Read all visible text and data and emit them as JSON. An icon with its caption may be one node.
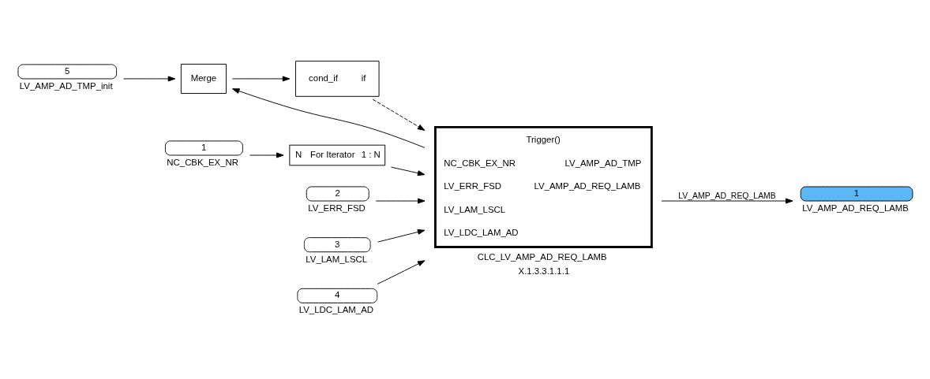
{
  "diagram": {
    "nodes": [
      {
        "text": [
          "5"
        ],
        "beside": [
          "LV_AMP_AD_TMP_init"
        ]
      },
      {
        "text": [
          "Merge"
        ]
      },
      {
        "text": [
          "cond_if",
          "if"
        ]
      },
      {
        "text": [
          "1"
        ],
        "beside": [
          "NC_CBK_EX_NR"
        ]
      },
      {
        "text": [
          "N",
          "For Iterator",
          "1 : N"
        ]
      },
      {
        "text": [
          "2"
        ],
        "beside": [
          "LV_ERR_FSD"
        ]
      },
      {
        "text": [
          "3"
        ],
        "beside": [
          "LV_LAM_LSCL"
        ]
      },
      {
        "text": [
          "4"
        ],
        "beside": [
          "LV_LDC_LAM_AD"
        ]
      },
      {
        "text": [
          "Trigger()",
          "NC_CBK_EX_NR",
          "LV_ERR_FSD",
          "LV_LAM_LSCL",
          "LV_LDC_LAM_AD",
          "LV_AMP_AD_TMP",
          "LV_AMP_AD_REQ_LAMB"
        ],
        "beside": [
          "CLC_LV_AMP_AD_REQ_LAMB",
          "X.1.3.3.1.1.1"
        ]
      },
      {
        "text": [
          "1"
        ],
        "beside": [
          "LV_AMP_AD_REQ_LAMB"
        ]
      }
    ],
    "edges": [
      {
        "from": 0,
        "to": 1,
        "arrow": "to"
      },
      {
        "from": 1,
        "to": 2,
        "arrow": "to"
      },
      {
        "from": 2,
        "to": 8,
        "arrow": "to",
        "style": "dashed"
      },
      {
        "from": 8,
        "to": 1,
        "arrow": "to"
      },
      {
        "from": 3,
        "to": 4,
        "arrow": "to"
      },
      {
        "from": 4,
        "to": 8,
        "arrow": "to"
      },
      {
        "from": 5,
        "to": 8,
        "arrow": "to"
      },
      {
        "from": 6,
        "to": 8,
        "arrow": "to"
      },
      {
        "from": 7,
        "to": 8,
        "arrow": "to"
      },
      {
        "from": 8,
        "to": 9,
        "arrow": "to",
        "label": "LV_AMP_AD_REQ_LAMB"
      }
    ]
  }
}
